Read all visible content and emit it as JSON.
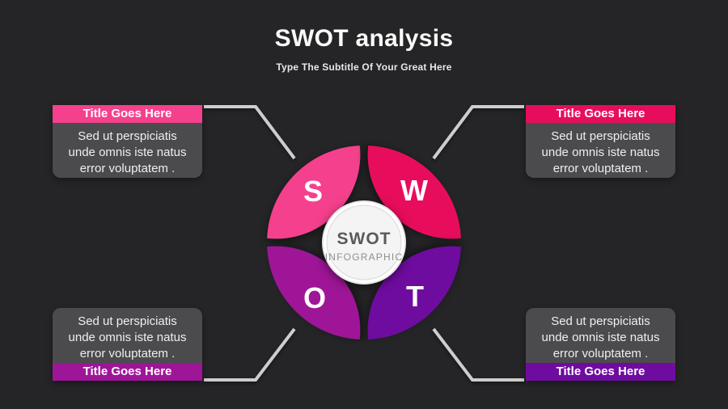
{
  "slide": {
    "title": "SWOT analysis",
    "subtitle": "Type The Subtitle Of Your Great Here",
    "background_color": "#252527"
  },
  "center_badge": {
    "title": "SWOT",
    "subtitle": "INFOGRAPHIC",
    "fill_color": "#f4f4f5",
    "ring_color": "#ffffff",
    "title_color": "#5a5a5d",
    "subtitle_color": "#8e8e91"
  },
  "quadrants": [
    {
      "id": "strengths",
      "letter": "S",
      "position": "top-left",
      "title": "Title Goes Here",
      "body": "Sed ut perspiciatis unde omnis iste natus error voluptatem .",
      "body_lines": [
        "Sed ut perspiciatis",
        "unde omnis iste natus",
        "error voluptatem ."
      ],
      "color": "#F5418D"
    },
    {
      "id": "weaknesses",
      "letter": "W",
      "position": "top-right",
      "title": "Title Goes Here",
      "body": "Sed ut perspiciatis unde omnis iste natus error voluptatem .",
      "body_lines": [
        "Sed ut perspiciatis",
        "unde omnis iste natus",
        "error voluptatem ."
      ],
      "color": "#E80D5C"
    },
    {
      "id": "opportunities",
      "letter": "O",
      "position": "bottom-left",
      "title": "Title Goes Here",
      "body": "Sed ut perspiciatis unde omnis iste natus error voluptatem .",
      "body_lines": [
        "Sed ut perspiciatis",
        "unde omnis iste natus",
        "error voluptatem ."
      ],
      "color": "#9E1697"
    },
    {
      "id": "threats",
      "letter": "T",
      "position": "bottom-right",
      "title": "Title Goes Here",
      "body": "Sed ut perspiciatis unde omnis iste natus error voluptatem .",
      "body_lines": [
        "Sed ut perspiciatis",
        "unde omnis iste natus",
        "error voluptatem ."
      ],
      "color": "#6F0CA0"
    }
  ],
  "styles": {
    "card_body_color": "#4b4b4e",
    "connector_color": "#cdcdce",
    "body_text_color": "#efefef",
    "bar_text_color": "#ffffff"
  }
}
